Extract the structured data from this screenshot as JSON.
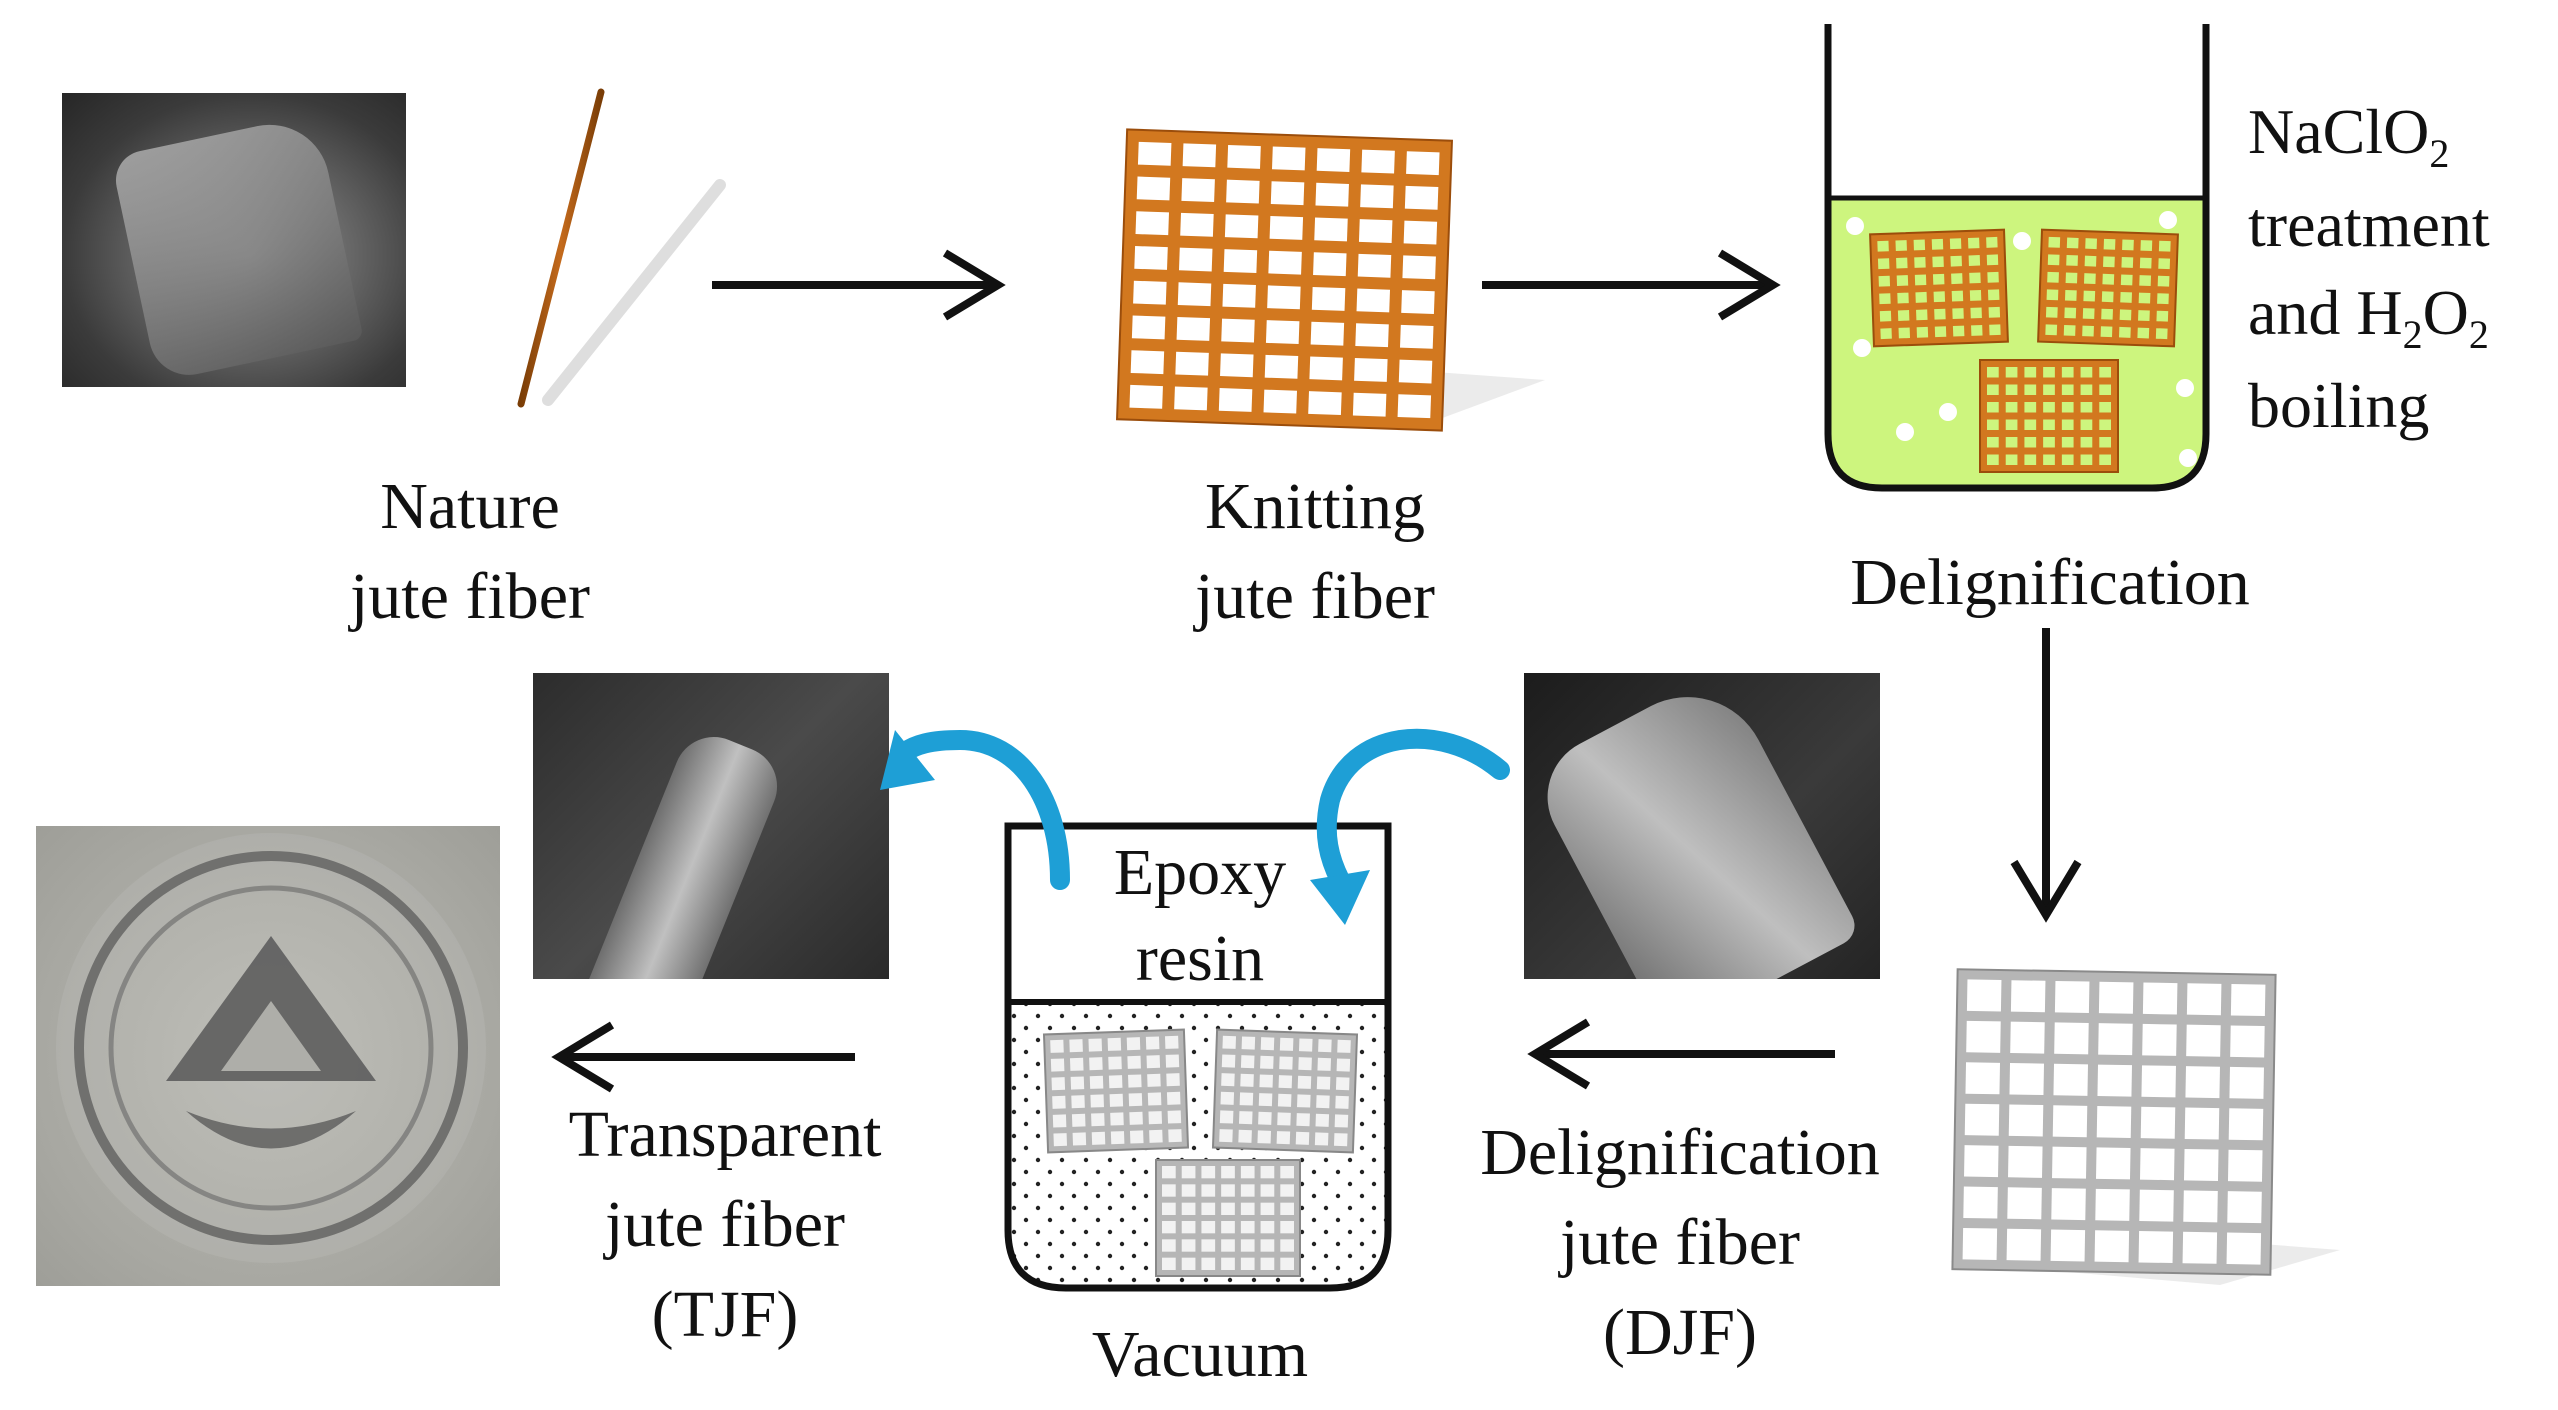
{
  "steps": {
    "nature": {
      "line1": "Nature",
      "line2": "jute fiber"
    },
    "knitting": {
      "line1": "Knitting",
      "line2": "jute fiber"
    },
    "treatment": {
      "line1a": "NaClO",
      "line1sub": "2",
      "line2": "treatment",
      "line3a": "and H",
      "line3sub1": "2",
      "line3mid": "O",
      "line3sub2": "2",
      "line4": "boiling"
    },
    "delignification": {
      "label": "Delignification"
    },
    "djf": {
      "line1": "Delignification",
      "line2": "jute fiber",
      "line3": "(DJF)"
    },
    "epoxy": {
      "line1": "Epoxy",
      "line2": "resin"
    },
    "vacuum": {
      "label": "Vacuum"
    },
    "tjf": {
      "line1": "Transparent",
      "line2": "jute fiber",
      "line3": "(TJF)"
    }
  },
  "colors": {
    "orange_grid": "#d2781f",
    "orange_edge": "#9b4d0b",
    "solution_green": "#cdf57e",
    "grey_grid": "#b6b6b6",
    "arrow": "#111111",
    "curve_arrow": "#1e9fd6"
  }
}
